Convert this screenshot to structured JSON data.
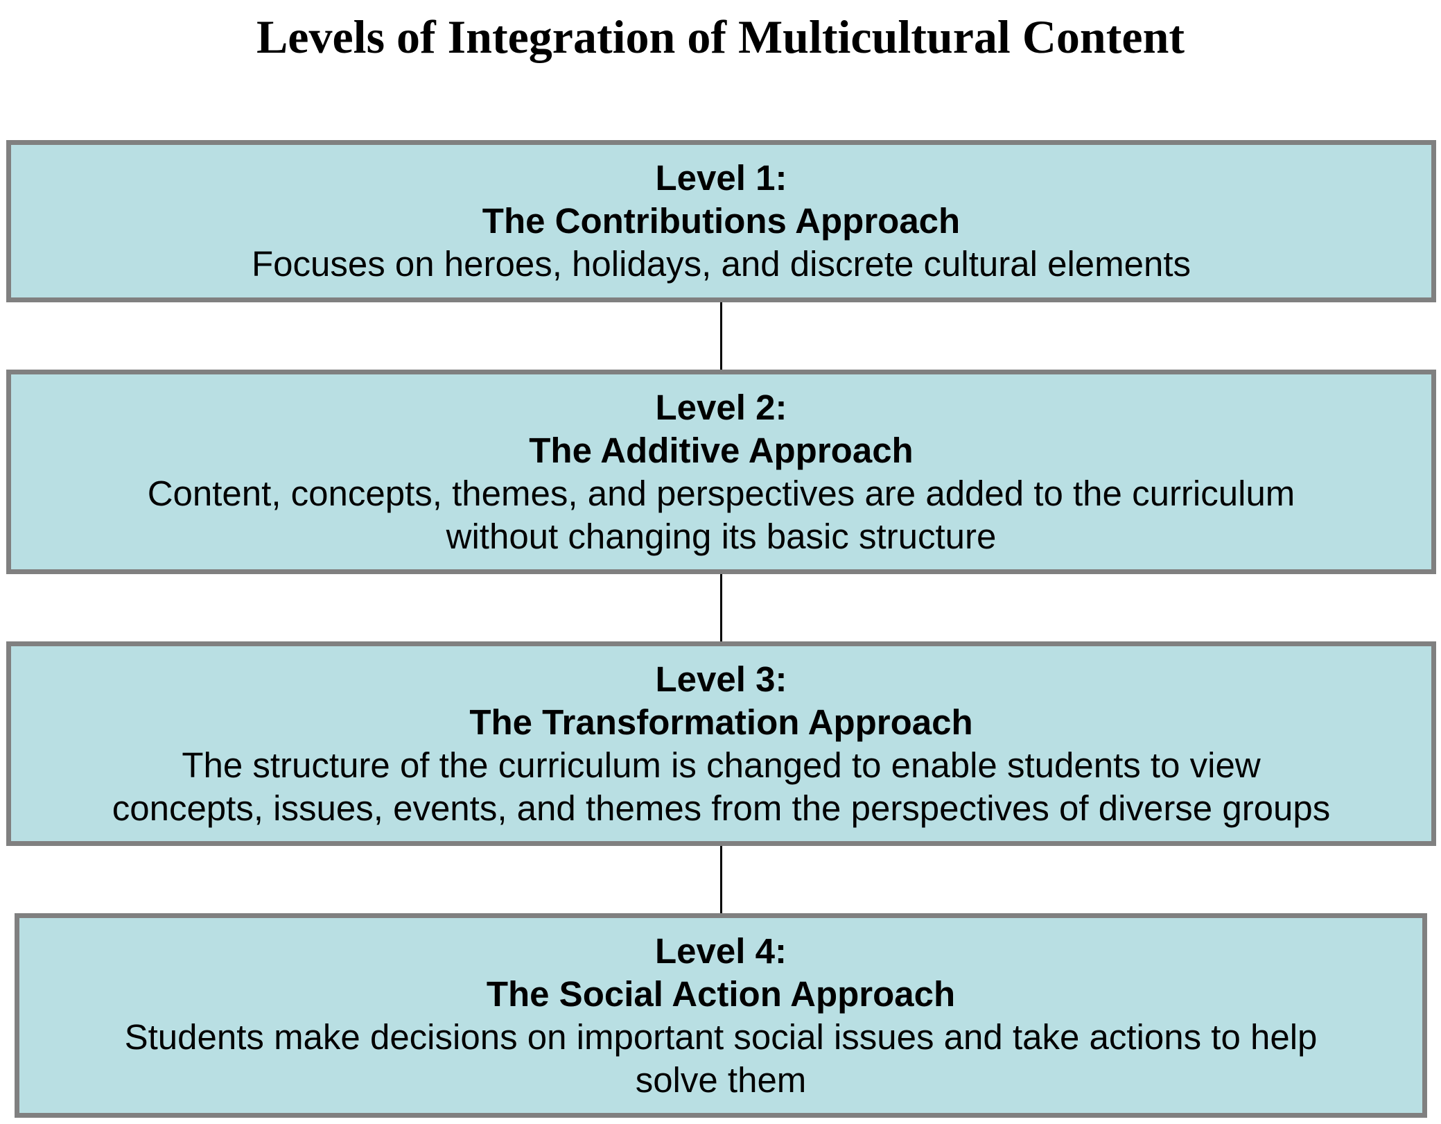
{
  "title": "Levels of Integration of Multicultural Content",
  "levels": [
    {
      "label": "Level 1:",
      "name": "The Contributions Approach",
      "description": [
        "Focuses on heroes, holidays, and discrete cultural elements"
      ]
    },
    {
      "label": "Level 2:",
      "name": "The Additive Approach",
      "description": [
        "Content, concepts, themes, and perspectives are added to the curriculum",
        "without changing its basic structure"
      ]
    },
    {
      "label": "Level 3:",
      "name": "The Transformation Approach",
      "description": [
        "The structure of the curriculum is changed to enable students to view",
        "concepts, issues, events, and themes from the perspectives of diverse groups"
      ]
    },
    {
      "label": "Level 4:",
      "name": "The Social Action Approach",
      "description": [
        "Students make decisions on important social issues and take actions to help",
        "solve them"
      ]
    }
  ],
  "colors": {
    "box_fill": "#b9dfe3",
    "box_border": "#808080"
  }
}
